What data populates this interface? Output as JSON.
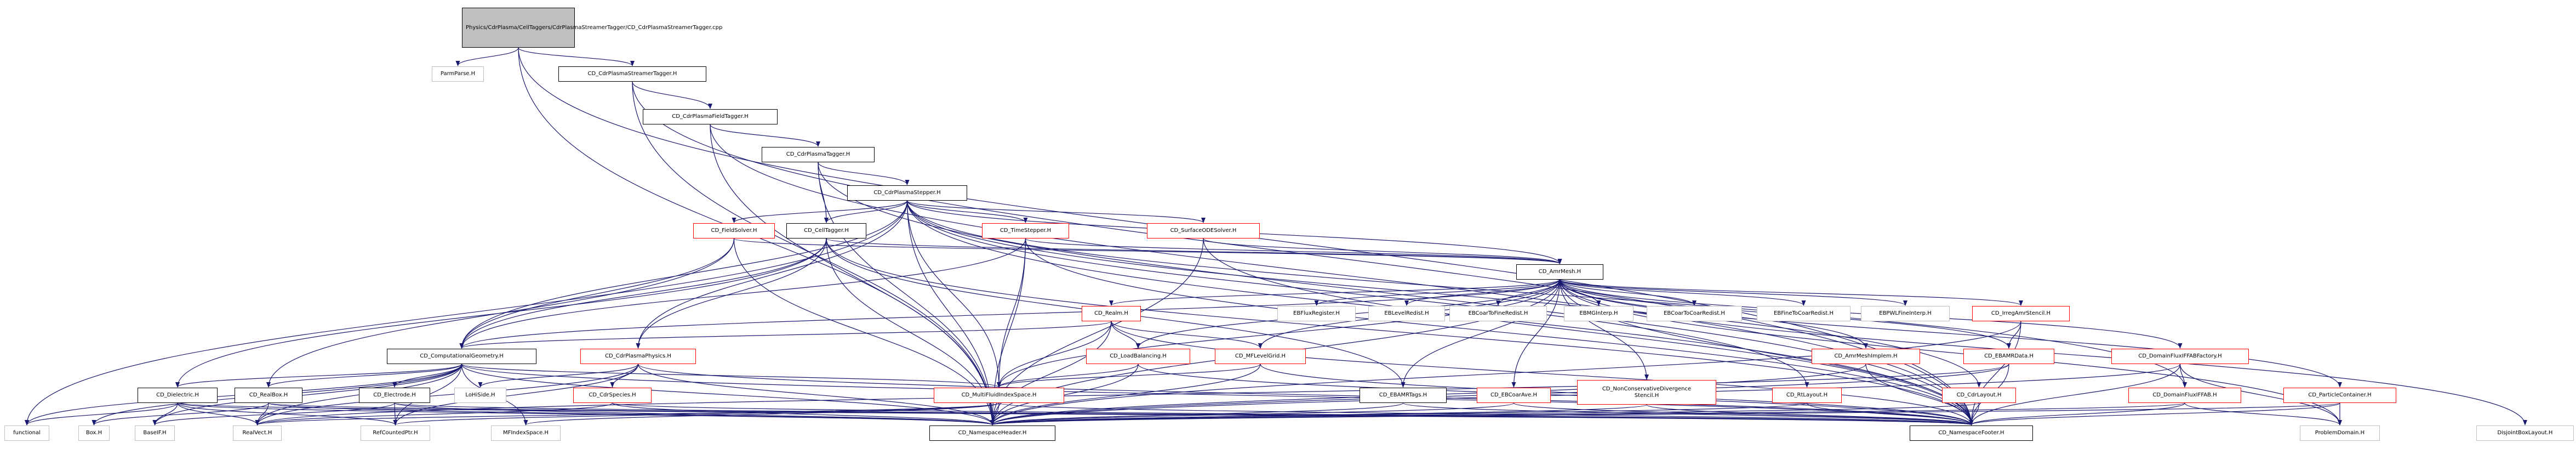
{
  "colors": {
    "edge": "#191970",
    "border": "#000000",
    "red_border": "#ff0000",
    "grey_border": "#bfbfbf",
    "root_fill": "#bfbfbf"
  },
  "nodes": [
    {
      "id": "root",
      "label": "Physics/CdrPlasma/CellTaggers/CdrPlasmaStreamerTagger/CD_CdrPlasmaStreamerTagger.cpp",
      "style": "root"
    },
    {
      "id": "parmparse",
      "label": "ParmParse.H",
      "style": "grey"
    },
    {
      "id": "streamer",
      "label": "CD_CdrPlasmaStreamerTagger.H",
      "style": "normal"
    },
    {
      "id": "field",
      "label": "CD_CdrPlasmaFieldTagger.H",
      "style": "normal"
    },
    {
      "id": "tagger",
      "label": "CD_CdrPlasmaTagger.H",
      "style": "normal"
    },
    {
      "id": "stepper",
      "label": "CD_CdrPlasmaStepper.H",
      "style": "normal"
    },
    {
      "id": "fieldsolver",
      "label": "CD_FieldSolver.H",
      "style": "red"
    },
    {
      "id": "celltagger",
      "label": "CD_CellTagger.H",
      "style": "normal"
    },
    {
      "id": "timestepper",
      "label": "CD_TimeStepper.H",
      "style": "red"
    },
    {
      "id": "surfaceode",
      "label": "CD_SurfaceODESolver.H",
      "style": "red"
    },
    {
      "id": "amrmesh",
      "label": "CD_AmrMesh.H",
      "style": "normal"
    },
    {
      "id": "realm",
      "label": "CD_Realm.H",
      "style": "red"
    },
    {
      "id": "ebflux",
      "label": "EBFluxRegister.H",
      "style": "grey"
    },
    {
      "id": "eblevel",
      "label": "EBLevelRedist.H",
      "style": "grey"
    },
    {
      "id": "ebcoartofine",
      "label": "EBCoarToFineRedist.H",
      "style": "grey"
    },
    {
      "id": "ebmginterp",
      "label": "EBMGInterp.H",
      "style": "grey"
    },
    {
      "id": "ebcoartocoar",
      "label": "EBCoarToCoarRedist.H",
      "style": "grey"
    },
    {
      "id": "ebfinetocoar",
      "label": "EBFineToCoarRedist.H",
      "style": "grey"
    },
    {
      "id": "ebpwl",
      "label": "EBPWLFineInterp.H",
      "style": "grey"
    },
    {
      "id": "irregstencil",
      "label": "CD_IrregAmrStencil.H",
      "style": "red"
    },
    {
      "id": "loadbal",
      "label": "CD_LoadBalancing.H",
      "style": "red"
    },
    {
      "id": "mflevelgrid",
      "label": "CD_MFLevelGrid.H",
      "style": "red"
    },
    {
      "id": "amrmeshimpl",
      "label": "CD_AmrMeshImplem.H",
      "style": "red"
    },
    {
      "id": "ebamrdata",
      "label": "CD_EBAMRData.H",
      "style": "red"
    },
    {
      "id": "domainfactory",
      "label": "CD_DomainFluxIFFABFactory.H",
      "style": "red"
    },
    {
      "id": "compgeom",
      "label": "CD_ComputationalGeometry.H",
      "style": "normal"
    },
    {
      "id": "plasmaphys",
      "label": "CD_CdrPlasmaPhysics.H",
      "style": "red"
    },
    {
      "id": "ebamrtags",
      "label": "CD_EBAMRTags.H",
      "style": "normal"
    },
    {
      "id": "ebcoarave",
      "label": "CD_EBCoarAve.H",
      "style": "red"
    },
    {
      "id": "nonconserv",
      "label": "CD_NonConservativeDivergence\nStencil.H",
      "style": "red"
    },
    {
      "id": "domainfab",
      "label": "CD_DomainFluxIFFAB.H",
      "style": "red"
    },
    {
      "id": "rtlayout",
      "label": "CD_RtLayout.H",
      "style": "red"
    },
    {
      "id": "cdrlayout",
      "label": "CD_CdrLayout.H",
      "style": "red"
    },
    {
      "id": "particlecont",
      "label": "CD_ParticleContainer.H",
      "style": "red"
    },
    {
      "id": "dielectric",
      "label": "CD_Dielectric.H",
      "style": "normal"
    },
    {
      "id": "realbox",
      "label": "CD_RealBox.H",
      "style": "normal"
    },
    {
      "id": "electrode",
      "label": "CD_Electrode.H",
      "style": "normal"
    },
    {
      "id": "lohiside",
      "label": "LoHiSide.H",
      "style": "grey"
    },
    {
      "id": "cdrspecies",
      "label": "CD_CdrSpecies.H",
      "style": "red"
    },
    {
      "id": "multifluid",
      "label": "CD_MultiFluidIndexSpace.H",
      "style": "red"
    },
    {
      "id": "functional",
      "label": "functional",
      "style": "grey"
    },
    {
      "id": "boxh",
      "label": "Box.H",
      "style": "grey"
    },
    {
      "id": "baseif",
      "label": "BaseIF.H",
      "style": "grey"
    },
    {
      "id": "realvect",
      "label": "RealVect.H",
      "style": "grey"
    },
    {
      "id": "refcounted",
      "label": "RefCountedPtr.H",
      "style": "grey"
    },
    {
      "id": "mfindex",
      "label": "MFIndexSpace.H",
      "style": "grey"
    },
    {
      "id": "nsheader",
      "label": "CD_NamespaceHeader.H",
      "style": "normal"
    },
    {
      "id": "nsfooter",
      "label": "CD_NamespaceFooter.H",
      "style": "normal"
    },
    {
      "id": "problemdomain",
      "label": "ProblemDomain.H",
      "style": "grey"
    },
    {
      "id": "disjoint",
      "label": "DisjointBoxLayout.H",
      "style": "grey"
    }
  ]
}
